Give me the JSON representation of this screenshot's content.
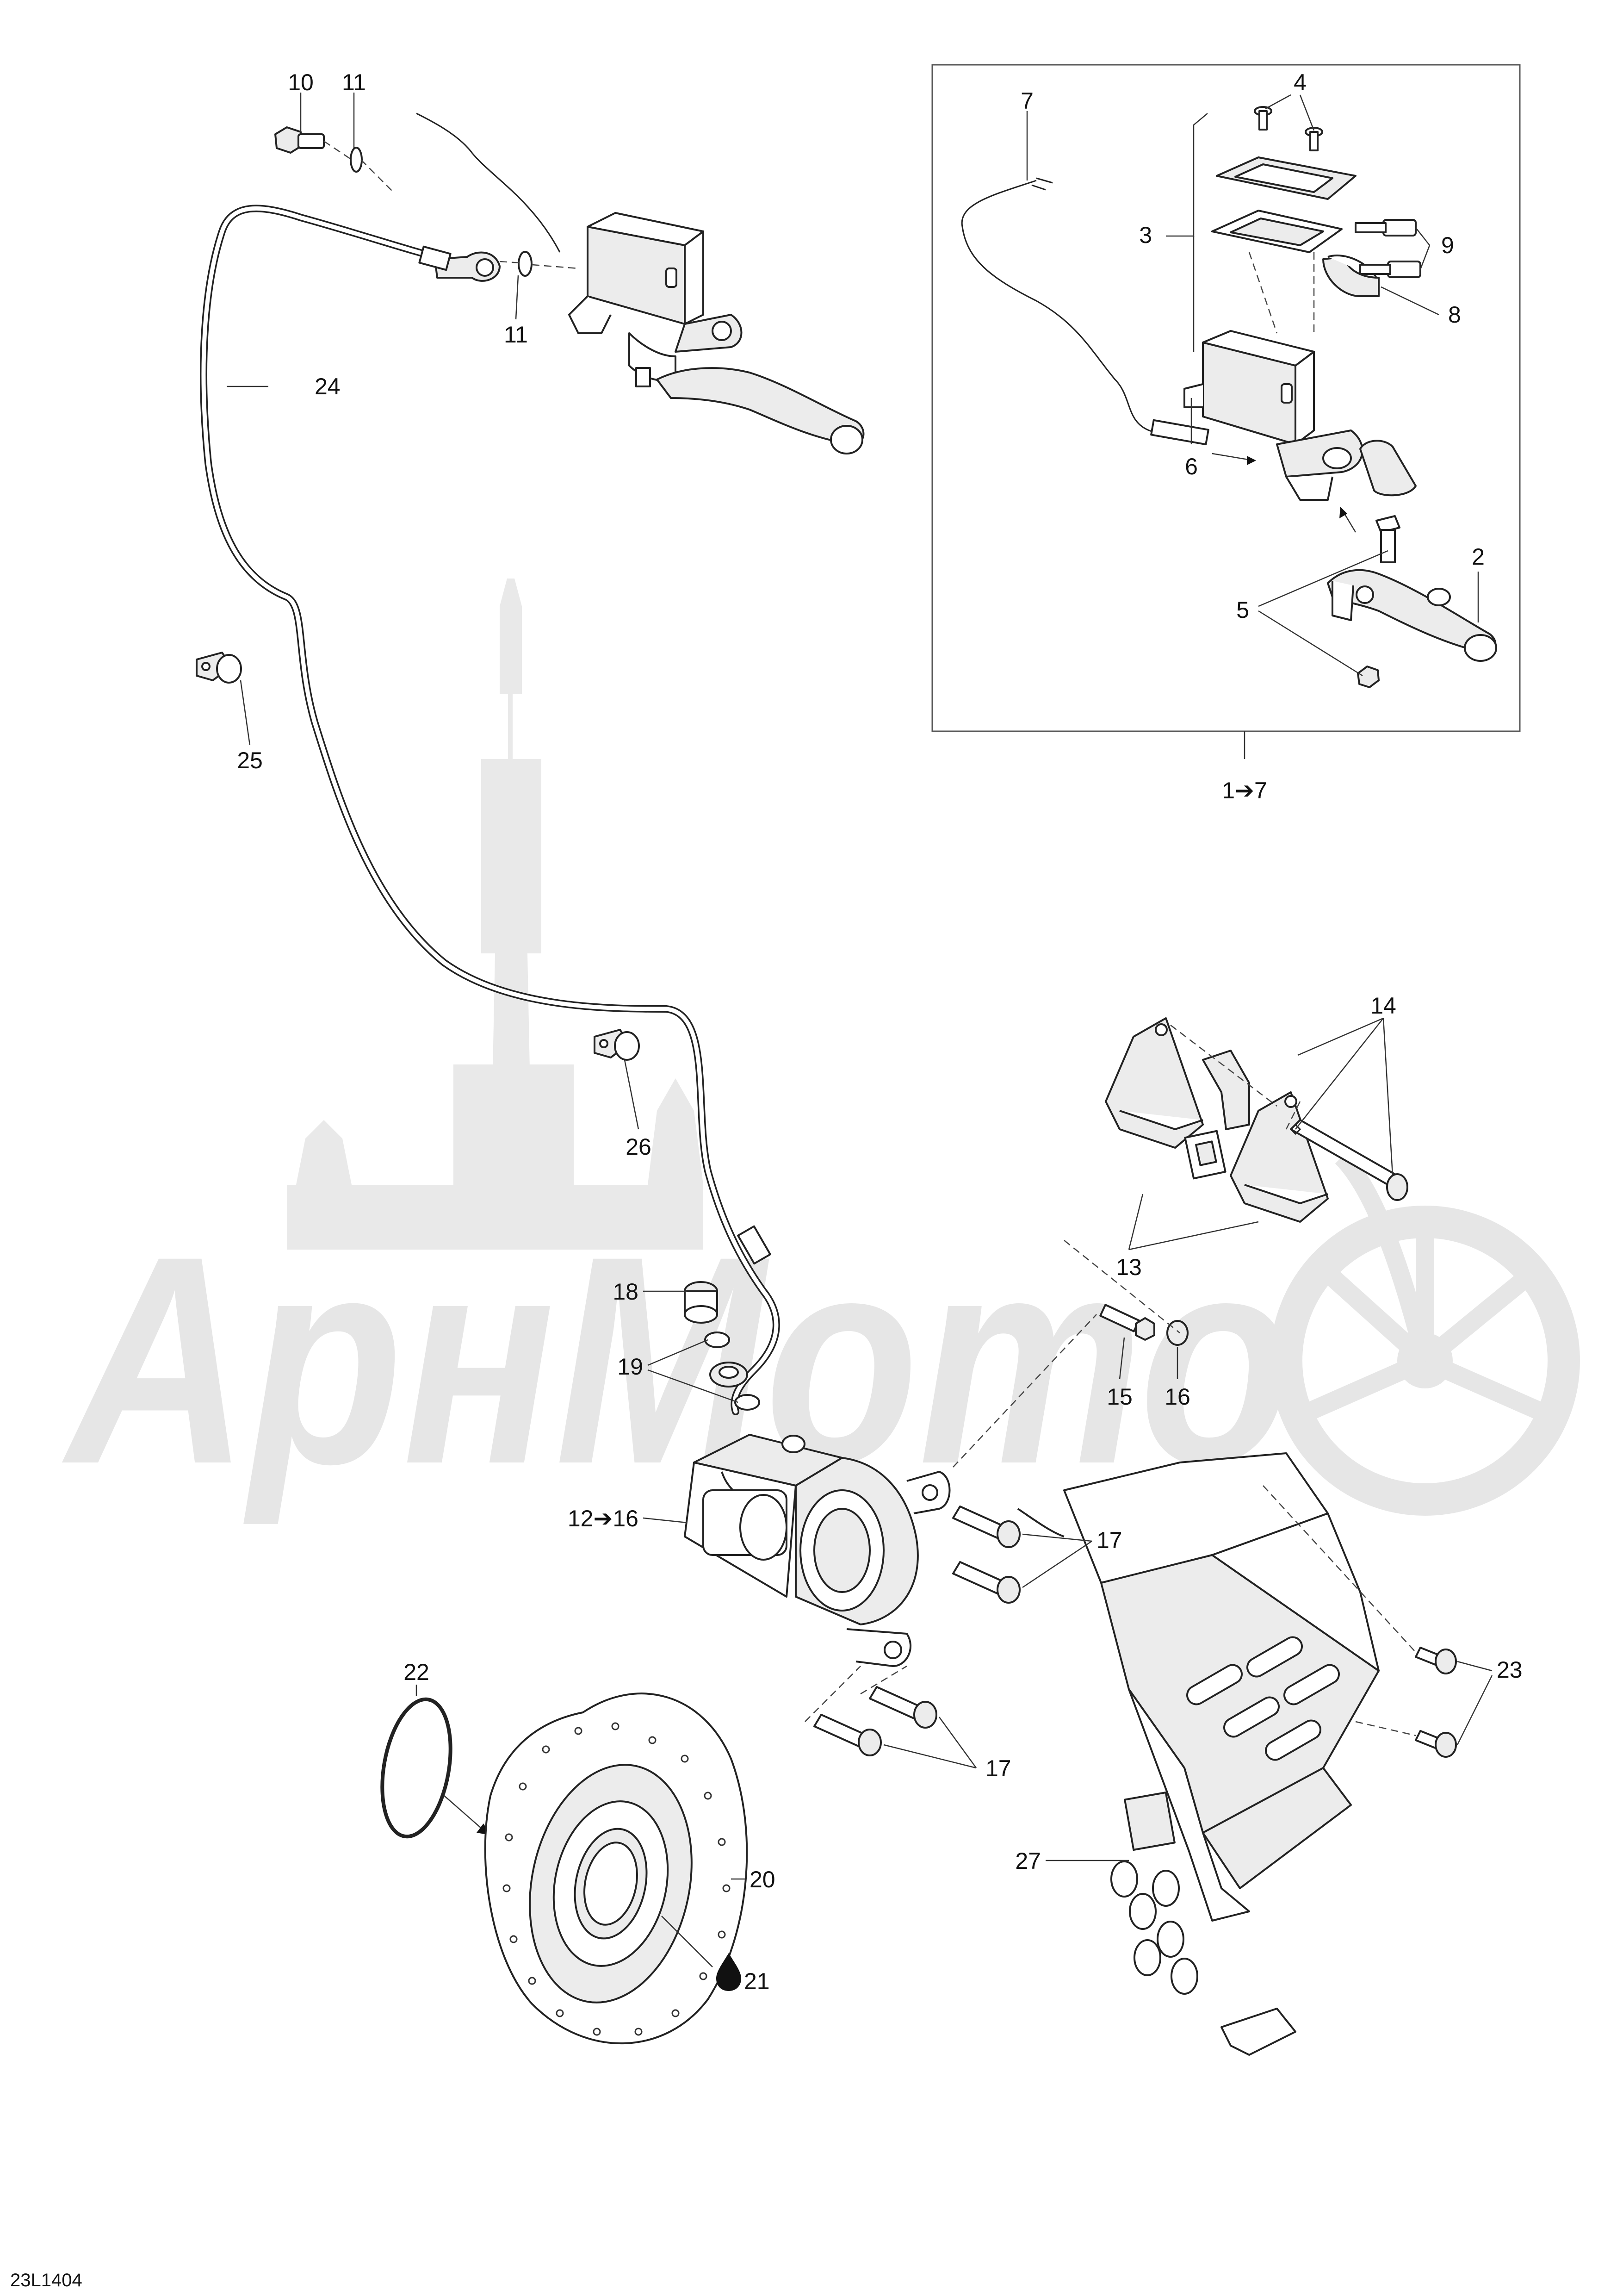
{
  "diagram_code": "23L1404",
  "watermark": "АрнМото",
  "callouts": {
    "c1": "1",
    "c1_arrow": "➔",
    "c1_to": "7",
    "c2": "2",
    "c3": "3",
    "c4": "4",
    "c5": "5",
    "c6": "6",
    "c7": "7",
    "c8": "8",
    "c9": "9",
    "c10": "10",
    "c11a": "11",
    "c11b": "11",
    "c12": "12",
    "c12_arrow": "➔",
    "c12_to": "16",
    "c13": "13",
    "c14": "14",
    "c15": "15",
    "c16": "16",
    "c17a": "17",
    "c17b": "17",
    "c18": "18",
    "c19": "19",
    "c20": "20",
    "c21": "21",
    "c22": "22",
    "c23": "23",
    "c24": "24",
    "c25": "25",
    "c26": "26",
    "c27": "27"
  },
  "icons": {
    "arrow": "arrow-right-icon",
    "lubricant": "oil-drop-icon"
  }
}
